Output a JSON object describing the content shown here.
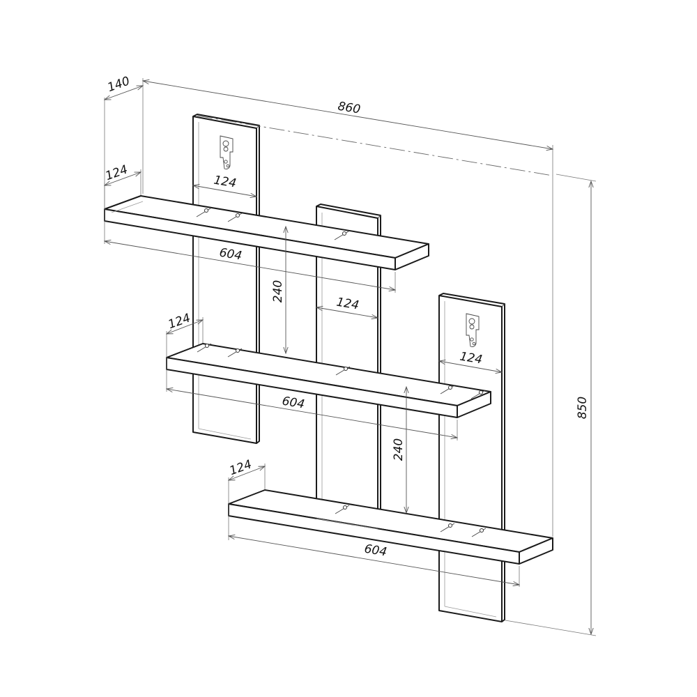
{
  "dimensions": {
    "overall_depth": "140",
    "overall_width": "860",
    "overall_height": "850",
    "shelf_1_depth": "124",
    "shelf_1_length": "604",
    "shelf_2_depth": "124",
    "shelf_2_length": "604",
    "shelf_3_depth": "124",
    "shelf_3_length": "604",
    "post_1_width": "124",
    "post_2_width": "124",
    "post_3_width": "124",
    "spacing_upper": "240",
    "spacing_lower": "240"
  },
  "colors": {
    "line": "#1a1a1a",
    "background": "#ffffff"
  }
}
